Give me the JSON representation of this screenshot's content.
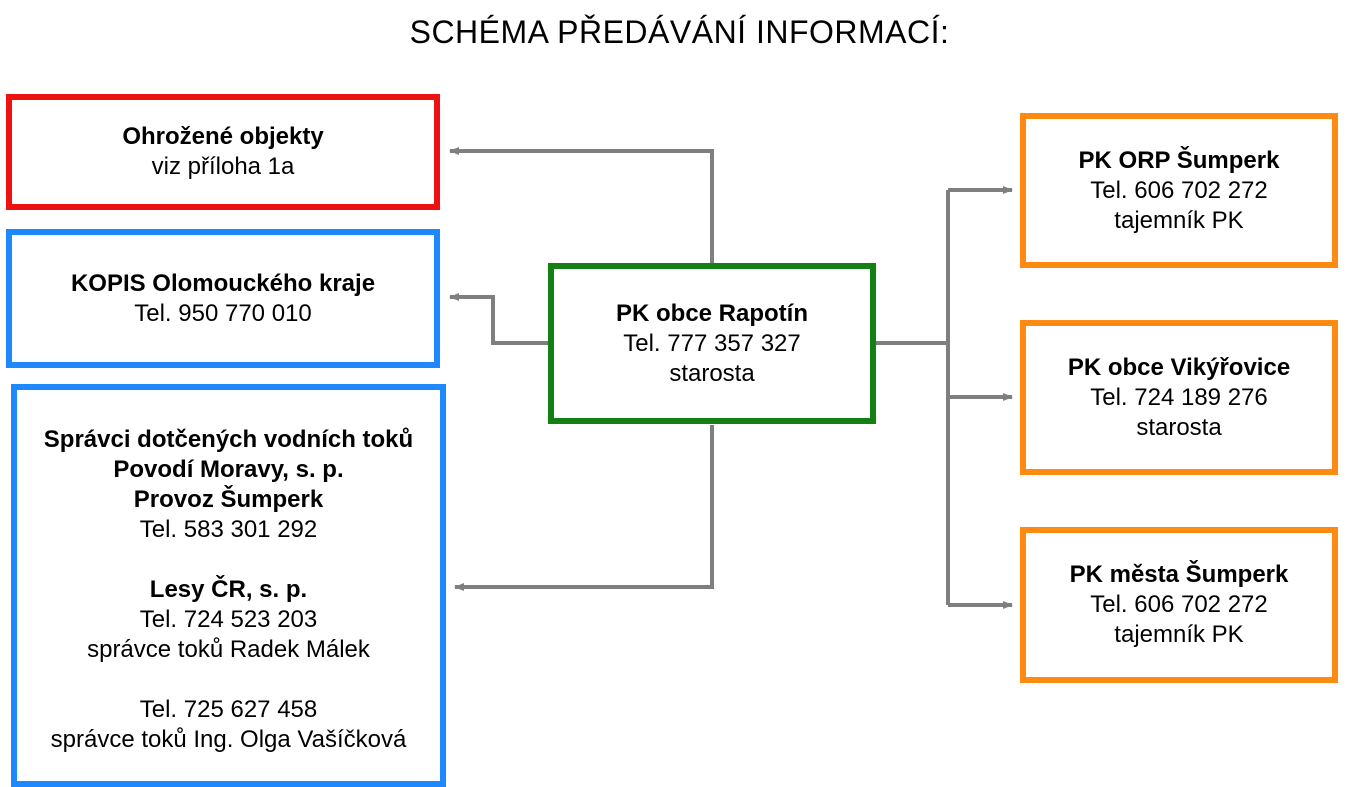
{
  "title": "SCHÉMA PŘEDÁVÁNÍ INFORMACÍ:",
  "center": {
    "name": "PK obce Rapotín",
    "tel": "Tel. 777 357 327",
    "role": "starosta"
  },
  "left": {
    "threatened": {
      "name": "Ohrožené objekty",
      "note": "viz příloha 1a"
    },
    "kopis": {
      "name": "KOPIS Olomouckého kraje",
      "tel": "Tel. 950 770 010"
    },
    "rivers": {
      "heading": "Správci dotčených vodních toků",
      "org1": "Povodí Moravy, s. p.",
      "org1_unit": "Provoz Šumperk",
      "org1_tel": "Tel. 583 301 292",
      "org2": "Lesy ČR, s. p.",
      "org2_tel": "Tel. 724 523 203",
      "org2_person": "správce toků Radek Málek",
      "org3_tel": "Tel. 725 627 458",
      "org3_person": "správce toků Ing. Olga Vašíčková"
    }
  },
  "right": {
    "orp": {
      "name": "PK ORP Šumperk",
      "tel": "Tel. 606 702 272",
      "role": "tajemník PK"
    },
    "vikyrovice": {
      "name": "PK obce Vikýřovice",
      "tel": "Tel. 724 189 276",
      "role": "starosta"
    },
    "sumperk": {
      "name": "PK města Šumperk",
      "tel": "Tel. 606 702 272",
      "role": "tajemník PK"
    }
  },
  "colors": {
    "threatened": "#ee1111",
    "authorities": "#1e88ff",
    "center": "#128012",
    "municipalities": "#ff8a12",
    "connector": "#7f7f7f"
  }
}
